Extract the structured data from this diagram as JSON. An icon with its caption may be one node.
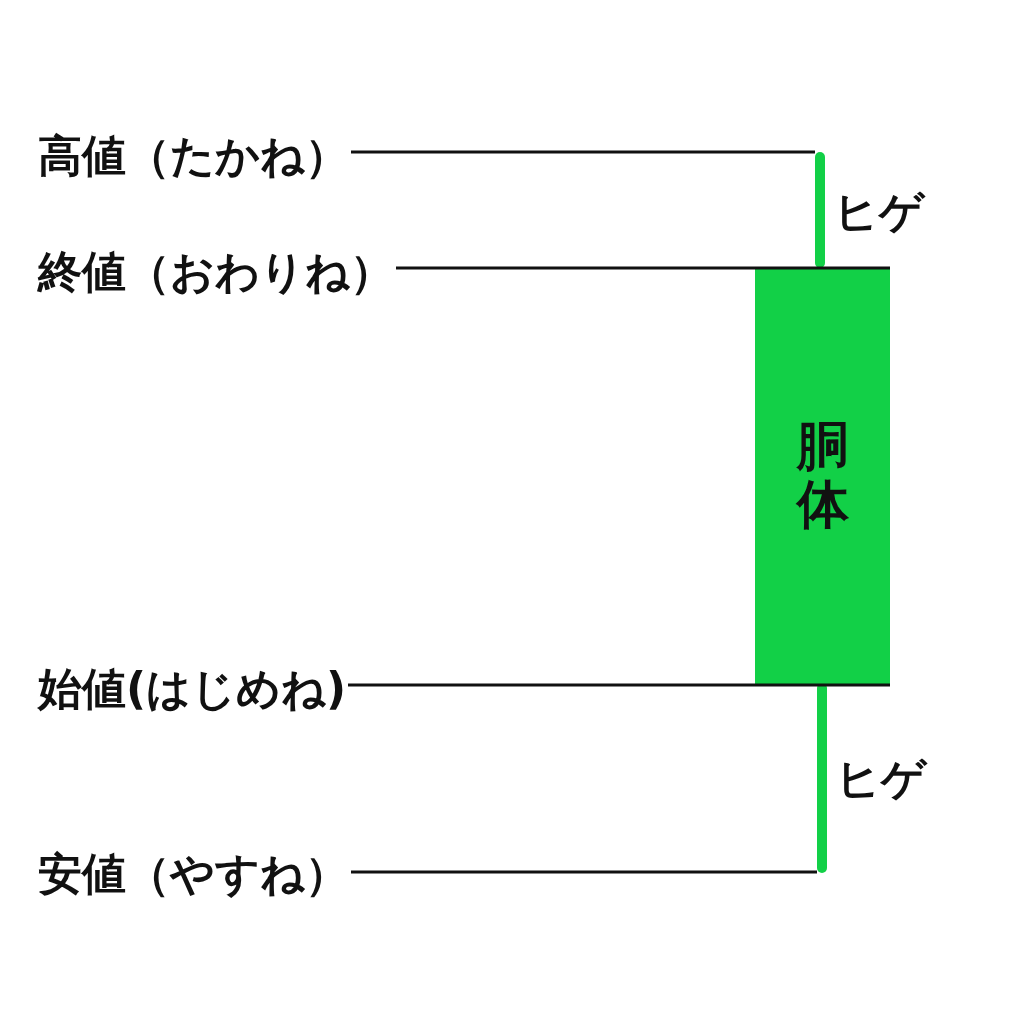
{
  "diagram": {
    "nodes": [
      {
        "text": [
          "高値（たかね）"
        ]
      },
      {
        "text": [
          "終値（おわりね）"
        ]
      },
      {
        "text": [
          "始値(はじめね)"
        ]
      },
      {
        "text": [
          "安値（やすね）"
        ]
      },
      {
        "text": [
          "胴体"
        ]
      },
      {
        "text": [],
        "shape": "bar",
        "beside": [
          "ヒゲ"
        ]
      },
      {
        "text": [],
        "shape": "bar",
        "beside": [
          "ヒゲ"
        ]
      }
    ],
    "edges": [
      {
        "from": 0,
        "to": 5,
        "arrow": "none"
      },
      {
        "from": 1,
        "to": 4,
        "arrow": "none"
      },
      {
        "from": 2,
        "to": 4,
        "arrow": "none"
      },
      {
        "from": 3,
        "to": 6,
        "arrow": "none"
      }
    ]
  }
}
